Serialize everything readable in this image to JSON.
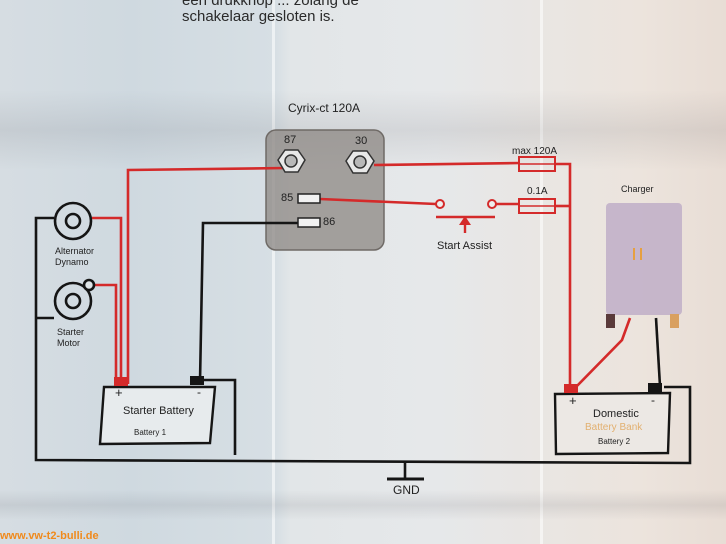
{
  "header": {
    "line1": "een drukknop ... zolang de",
    "line2": "schakelaar gesloten is."
  },
  "relay": {
    "title": "Cyrix-ct 120A",
    "terminal_87": "87",
    "terminal_30": "30",
    "terminal_85": "85",
    "terminal_86": "86"
  },
  "fuses": {
    "main_label": "max 120A",
    "small_label": "0.1A"
  },
  "switch": {
    "label": "Start Assist"
  },
  "charger": {
    "label": "Charger"
  },
  "alternator": {
    "line1": "Alternator",
    "line2": "Dynamo"
  },
  "starter_motor": {
    "line1": "Starter",
    "line2": "Motor"
  },
  "battery1": {
    "plus": "+",
    "minus": "-",
    "title": "Starter Battery",
    "subtitle": "Battery 1"
  },
  "battery2": {
    "plus": "+",
    "minus": "-",
    "title_line1": "Domestic",
    "title_line2": "Battery Bank",
    "subtitle": "Battery 2"
  },
  "ground": {
    "label": "GND"
  },
  "watermark": "www.vw-t2-bulli.de",
  "colors": {
    "positive_wire": "#d42a2a",
    "negative_wire": "#151515",
    "relay_body": "#8f8a86",
    "watermark": "#f08a1c"
  }
}
